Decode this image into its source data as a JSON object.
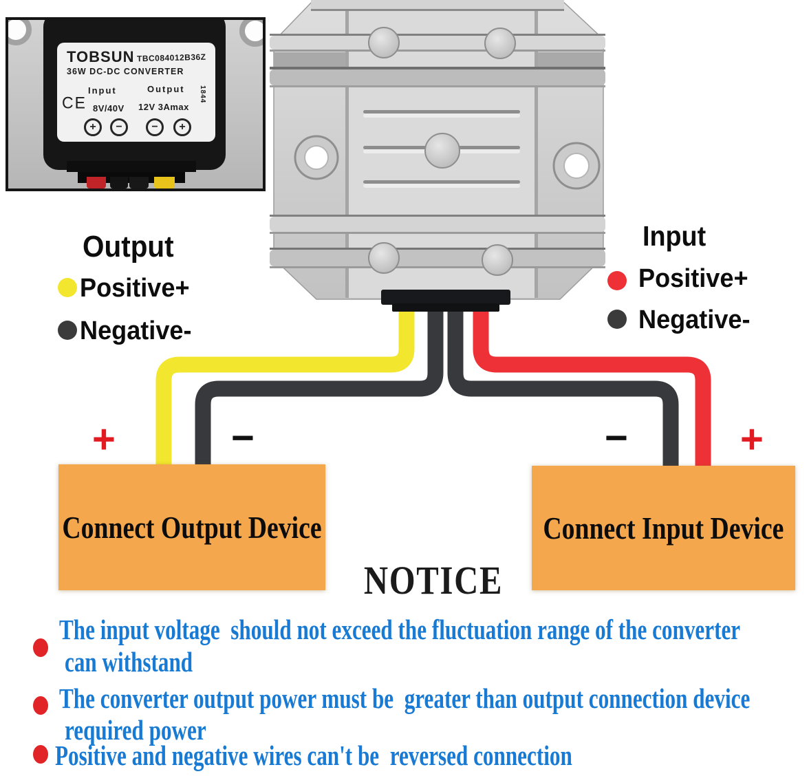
{
  "inset": {
    "brand": "TOBSUN",
    "model": "TBC084012B36Z",
    "product_line": "36W DC-DC CONVERTER",
    "ce_mark": "CE",
    "input_label": "Input",
    "input_spec": "8V/40V",
    "output_label": "Output",
    "output_spec": "12V 3Amax",
    "date_code": "1844",
    "terminal_signs": [
      "+",
      "−",
      "−",
      "+"
    ]
  },
  "legends": {
    "output": {
      "title": "Output",
      "positive": "Positive+",
      "negative": "Negative-",
      "positive_dot_color": "#f2e72e",
      "negative_dot_color": "#3b3b3b"
    },
    "input": {
      "title": "Input",
      "positive": "Positive+",
      "negative": "Negative-",
      "positive_dot_color": "#ee3136",
      "negative_dot_color": "#3b3b3b"
    }
  },
  "wiring": {
    "output_positive_wire_color": "#f2e72e",
    "output_negative_wire_color": "#38393d",
    "input_negative_wire_color": "#38393d",
    "input_positive_wire_color": "#ee3136"
  },
  "boxes": {
    "output_device_label": "Connect Output Device",
    "input_device_label": "Connect Input Device",
    "fill_color": "#f4a74c"
  },
  "polarity_signs": {
    "output_plus": "+",
    "output_minus": "−",
    "input_minus": "−",
    "input_plus": "+",
    "plus_color": "#e21b22"
  },
  "notice": {
    "title": "NOTICE",
    "text_color": "#187ad3",
    "items": [
      {
        "line1": "The input voltage  should not exceed the fluctuation range of the converter",
        "line2": "can withstand"
      },
      {
        "line1": "The converter output power must be  greater than output connection device",
        "line2": "required power"
      },
      {
        "line1": "Positive and negative wires can't be  reversed connection",
        "line2": ""
      }
    ]
  }
}
